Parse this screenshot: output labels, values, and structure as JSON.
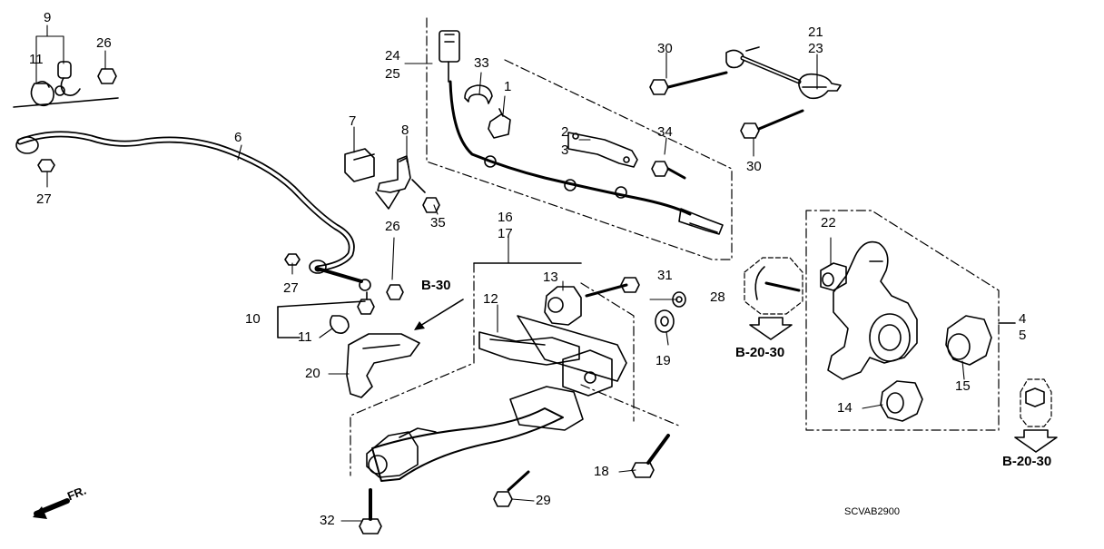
{
  "diagram": {
    "labels": {
      "p1": "1",
      "p2": "2",
      "p3": "3",
      "p4": "4",
      "p5": "5",
      "p6": "6",
      "p7": "7",
      "p8": "8",
      "p9": "9",
      "p10": "10",
      "p11a": "11",
      "p11b": "11",
      "p12": "12",
      "p13": "13",
      "p14": "14",
      "p15": "15",
      "p16": "16",
      "p17": "17",
      "p18": "18",
      "p19": "19",
      "p20": "20",
      "p21": "21",
      "p22": "22",
      "p23": "23",
      "p24": "24",
      "p25": "25",
      "p26a": "26",
      "p26b": "26",
      "p27a": "27",
      "p27b": "27",
      "p28": "28",
      "p29": "29",
      "p30a": "30",
      "p30b": "30",
      "p31": "31",
      "p32": "32",
      "p33": "33",
      "p34": "34",
      "p35": "35"
    },
    "refs": {
      "b30": "B-30",
      "b2030a": "B-20-30",
      "b2030b": "B-20-30"
    },
    "diagram_code": "SCVAB2900",
    "front_marker": "FR."
  }
}
